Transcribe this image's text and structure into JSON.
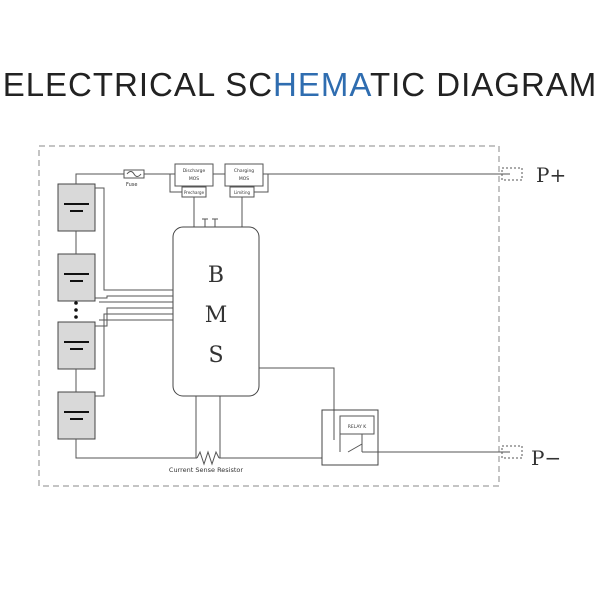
{
  "title": {
    "part1": "ELECTRICAL SC",
    "accent": "HEMA",
    "part2": "TIC DIAGRAM"
  },
  "colors": {
    "accent": "#2f6db0",
    "line": "#555555",
    "battery_fill": "#d9d9d9"
  },
  "labels": {
    "fuse": "Fuse",
    "discharge_mos_1": "Discharge",
    "discharge_mos_2": "MOS",
    "charging_mos_1": "Charging",
    "charging_mos_2": "MOS",
    "precharge": "Precharge",
    "limiting": "Limiting",
    "bms_b": "B",
    "bms_m": "M",
    "bms_s": "S",
    "relay": "RELAY K",
    "current_sense": "Current Sense Resistor",
    "p_plus": "P+",
    "p_minus": "P−"
  },
  "icons": [
    "battery-cell-icon",
    "fuse-icon",
    "resistor-icon",
    "relay-icon",
    "connector-icon"
  ]
}
